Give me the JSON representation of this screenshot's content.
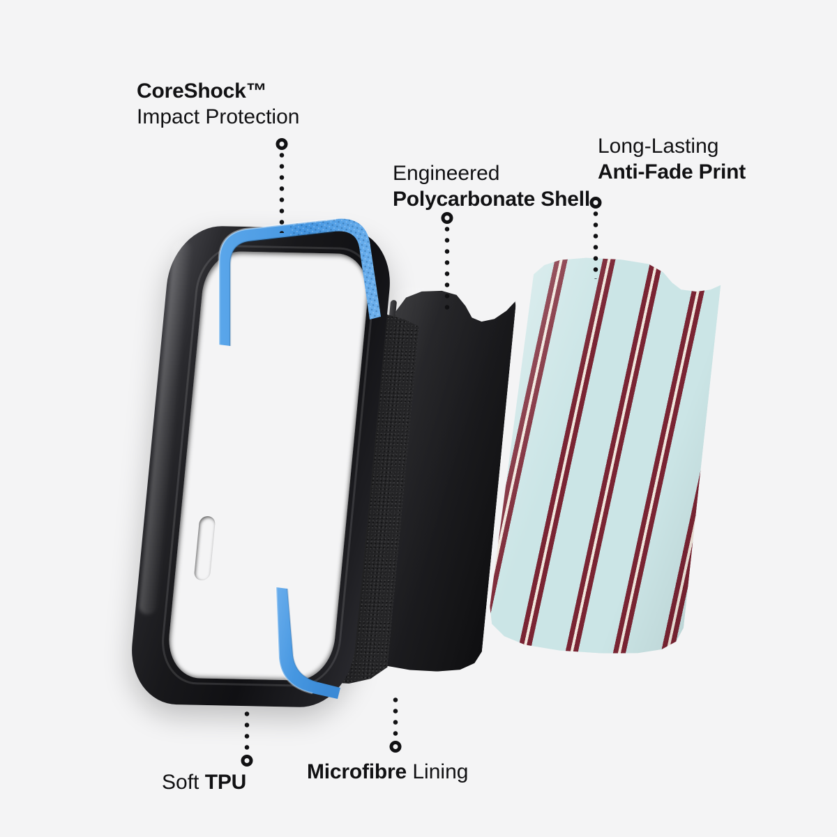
{
  "background_color": "#f4f4f5",
  "diagram": {
    "type": "exploded-view",
    "subject": "phone case layers",
    "layer_count": 5
  },
  "callouts": [
    {
      "id": "coreshock",
      "line1": "CoreShock™",
      "line1_weight": "bold",
      "line2": "Impact Protection",
      "line2_weight": "regular",
      "leader": "down",
      "target": "blue-tpu-shock-bumper"
    },
    {
      "id": "polycarbonate",
      "line1": "Engineered",
      "line1_weight": "regular",
      "line2": "Polycarbonate Shell",
      "line2_weight": "bold",
      "leader": "down",
      "target": "black-polycarbonate-shell"
    },
    {
      "id": "antifade",
      "line1": "Long-Lasting",
      "line1_weight": "regular",
      "line2": "Anti-Fade Print",
      "line2_weight": "bold",
      "leader": "down",
      "target": "striped-print-layer"
    },
    {
      "id": "tpu",
      "text_regular": "Soft ",
      "text_bold": "TPU",
      "leader": "up",
      "target": "black-tpu-frame"
    },
    {
      "id": "microfibre",
      "text_bold": "Microfibre",
      "text_regular": " Lining",
      "leader": "up",
      "target": "microfibre-lining-panel"
    }
  ],
  "layers": {
    "tpu_frame": {
      "name": "Soft TPU frame",
      "color": "#18181b"
    },
    "blue_bumper": {
      "name": "CoreShock impact bumper",
      "color": "#4d9fe8"
    },
    "microfibre": {
      "name": "Microfibre lining",
      "color": "#262628"
    },
    "polycarbonate": {
      "name": "Polycarbonate shell",
      "color": "#1b1b1e"
    },
    "print": {
      "name": "Anti-fade printed back",
      "base_color": "#cbe5e6",
      "stripe_color": "#7a2433",
      "stripe_highlight": "#f0e6dc",
      "pattern": "vertical double stripes"
    }
  },
  "leader_marker": {
    "shape": "ring",
    "color": "#111113"
  }
}
